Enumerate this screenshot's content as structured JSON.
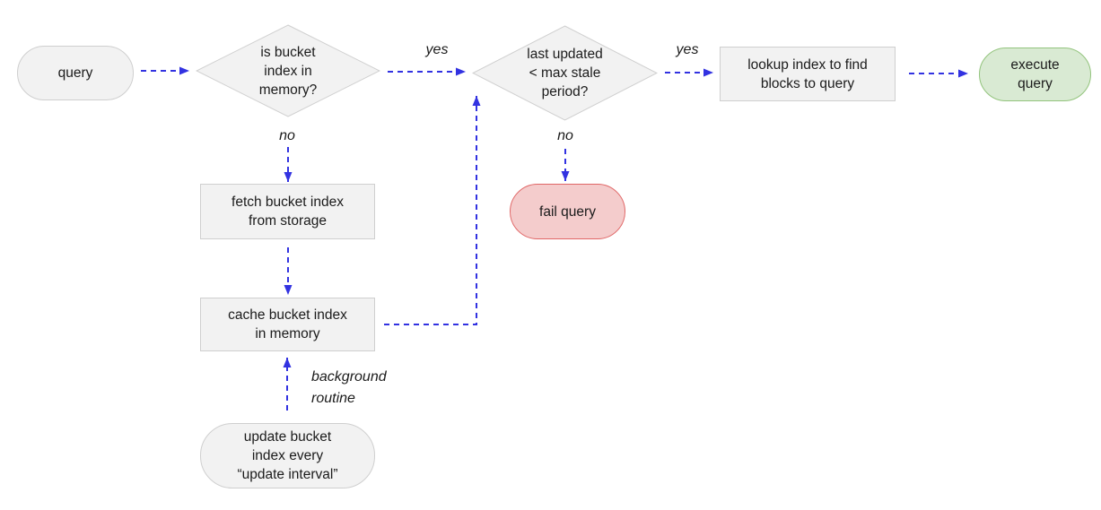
{
  "diagram": {
    "type": "flowchart",
    "nodes": {
      "query": {
        "label": "query",
        "shape": "terminal"
      },
      "decision_memory": {
        "label": "is bucket\nindex in\nmemory?",
        "shape": "decision"
      },
      "decision_stale": {
        "label": "last updated\n< max stale\nperiod?",
        "shape": "decision"
      },
      "fetch": {
        "label": "fetch bucket index\nfrom storage",
        "shape": "process"
      },
      "cache": {
        "label": "cache bucket index\nin memory",
        "shape": "process"
      },
      "lookup": {
        "label": "lookup index to find\nblocks to query",
        "shape": "process"
      },
      "execute": {
        "label": "execute\nquery",
        "shape": "terminal-success"
      },
      "fail": {
        "label": "fail query",
        "shape": "terminal-fail"
      },
      "update": {
        "label": "update bucket\nindex every\n“update interval”",
        "shape": "terminal"
      }
    },
    "edge_labels": {
      "yes_memory": "yes",
      "no_memory": "no",
      "yes_stale": "yes",
      "no_stale": "no",
      "background_routine": "background\nroutine"
    },
    "edges": [
      {
        "from": "query",
        "to": "decision_memory",
        "label": ""
      },
      {
        "from": "decision_memory",
        "to": "decision_stale",
        "label": "yes"
      },
      {
        "from": "decision_memory",
        "to": "fetch",
        "label": "no"
      },
      {
        "from": "fetch",
        "to": "cache",
        "label": ""
      },
      {
        "from": "cache",
        "to": "decision_stale",
        "label": ""
      },
      {
        "from": "decision_stale",
        "to": "lookup",
        "label": "yes"
      },
      {
        "from": "decision_stale",
        "to": "fail",
        "label": "no"
      },
      {
        "from": "lookup",
        "to": "execute",
        "label": ""
      },
      {
        "from": "update",
        "to": "cache",
        "label": "background routine"
      }
    ]
  },
  "colors": {
    "arrow": "#3232e1",
    "node_fill": "#f2f2f2",
    "node_border": "#cfcfcf",
    "success_fill": "#d9ead3",
    "success_border": "#93c47d",
    "fail_fill": "#f4cccc",
    "fail_border": "#e06666",
    "text": "#1b1b1b"
  }
}
